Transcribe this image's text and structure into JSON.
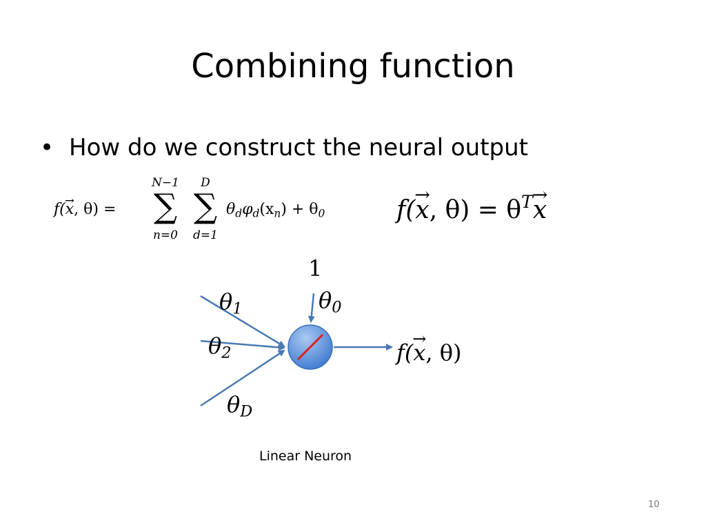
{
  "slide": {
    "title": "Combining function",
    "bullet": "How do we construct the neural output",
    "bullet_marker": "•",
    "equation_left": {
      "lhs": "f(",
      "x": "x",
      "lhs_rest": ", θ) =",
      "sum1_upper": "N−1",
      "sum1_lower": "n=0",
      "sum2_upper": "D",
      "sum2_lower": "d=1",
      "sigma": "∑",
      "term_theta": "θ",
      "term_theta_sub": "d",
      "term_phi": "φ",
      "term_phi_sub": "d",
      "term_arg_open": "(x",
      "term_arg_sub": "n",
      "term_arg_close": ") + θ",
      "term_bias_sub": "0"
    },
    "equation_right": {
      "lhs": "f(",
      "x": "x",
      "lhs_rest": ", θ) = θ",
      "sup": "T",
      "rhs_x": "x"
    },
    "diagram": {
      "bias_input": "1",
      "theta1": "θ",
      "theta1_sub": "1",
      "theta0": "θ",
      "theta0_sub": "0",
      "theta2": "θ",
      "theta2_sub": "2",
      "thetaD": "θ",
      "thetaD_sub": "D",
      "output_lhs": "f(",
      "output_x": "x",
      "output_rest": ", θ)",
      "colors": {
        "arrow": "#4a78b5",
        "neuron_fill_light": "#a9c9f2",
        "neuron_fill_dark": "#3d79d0",
        "neuron_slash": "#e0201c"
      }
    },
    "caption": "Linear Neuron",
    "page_number": "10"
  }
}
